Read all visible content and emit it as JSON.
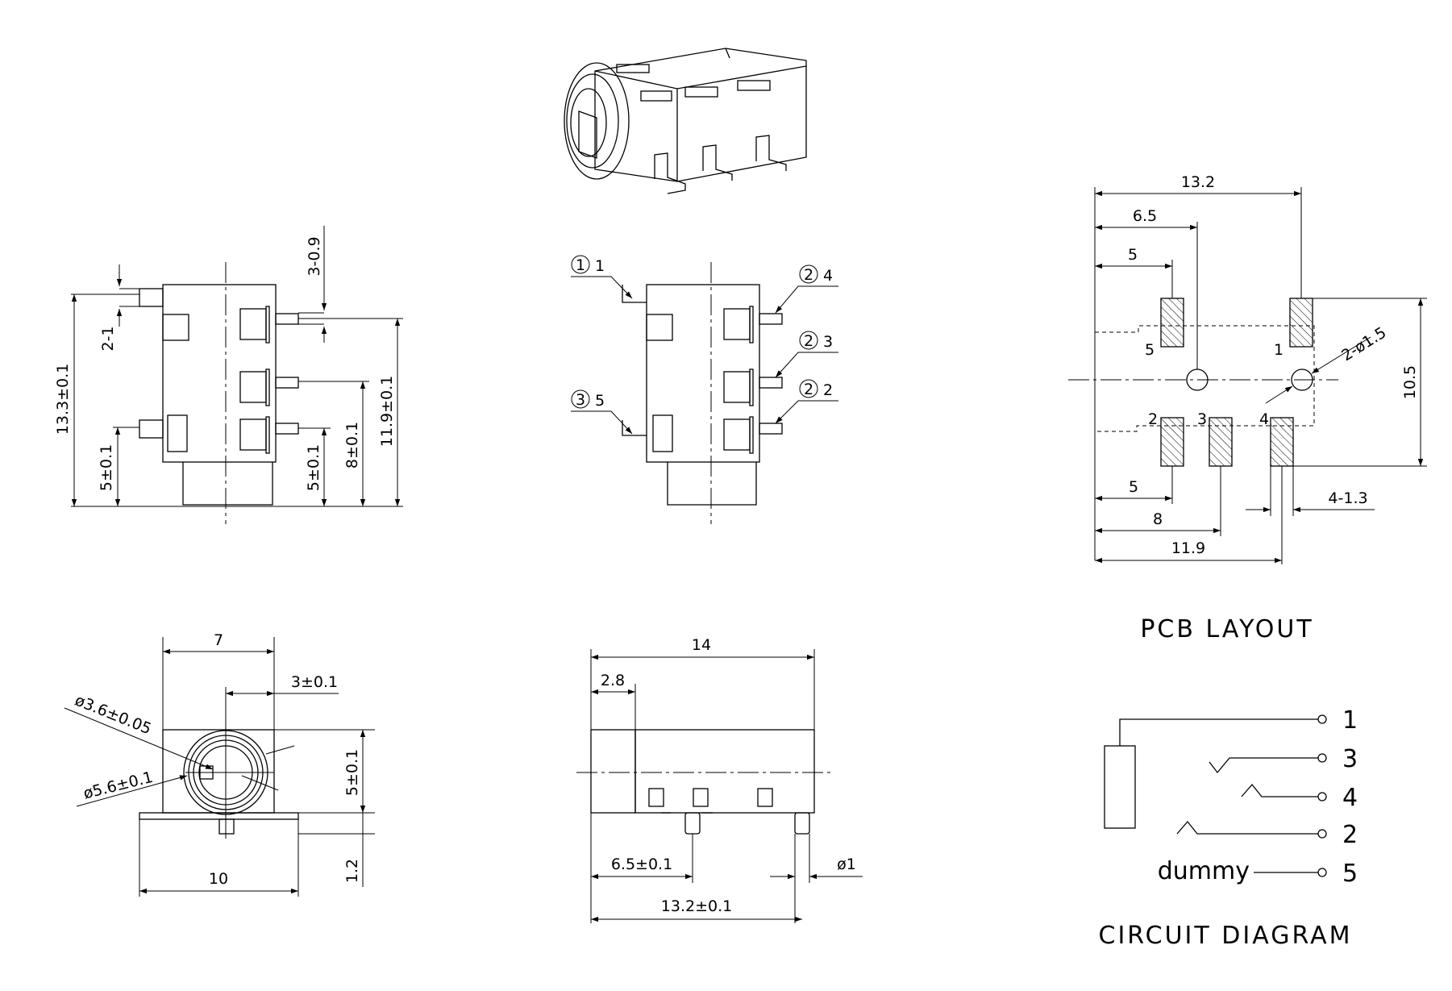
{
  "dims": {
    "side_pitch": "3-0.9",
    "side_tab": "2-1",
    "side_h_total": "13.3±0.1",
    "side_pin_low_left": "5±0.1",
    "side_pin_low_right": "5±0.1",
    "side_pin_mid": "8±0.1",
    "side_pin_top": "11.9±0.1",
    "front_w": "7",
    "front_offset": "3±0.1",
    "front_hole_small": "ø3.6±0.05",
    "front_hole_large": "ø5.6±0.1",
    "front_h": "5±0.1",
    "front_base_w": "10",
    "front_base_h": "1.2",
    "bottom_len": "14",
    "bottom_nose": "2.8",
    "bottom_post1": "6.5±0.1",
    "bottom_post2": "13.2±0.1",
    "bottom_post_dia": "ø1",
    "pcb_w": "13.2",
    "pcb_hole_x": "6.5",
    "pcb_pad5_x": "5",
    "pcb_h": "10.5",
    "pcb_holes": "2-ø1.5",
    "pcb_pad2_x": "5",
    "pcb_pad3_x": "8",
    "pcb_pad4_x": "11.9",
    "pcb_pad_w": "4-1.3"
  },
  "pin_labels": {
    "circle_1": "1",
    "label_1": "1",
    "circle_2a": "2",
    "label_4": "4",
    "circle_2b": "2",
    "label_3": "3",
    "circle_2c": "2",
    "label_2": "2",
    "circle_3": "3",
    "label_5": "5"
  },
  "pcb_pad_labels": {
    "p5": "5",
    "p1": "1",
    "p2": "2",
    "p3": "3",
    "p4": "4"
  },
  "pcb_title": "PCB LAYOUT",
  "circuit": {
    "pins": [
      "1",
      "3",
      "4",
      "2",
      "5"
    ],
    "dummy": "dummy",
    "title": "CIRCUIT DIAGRAM"
  }
}
